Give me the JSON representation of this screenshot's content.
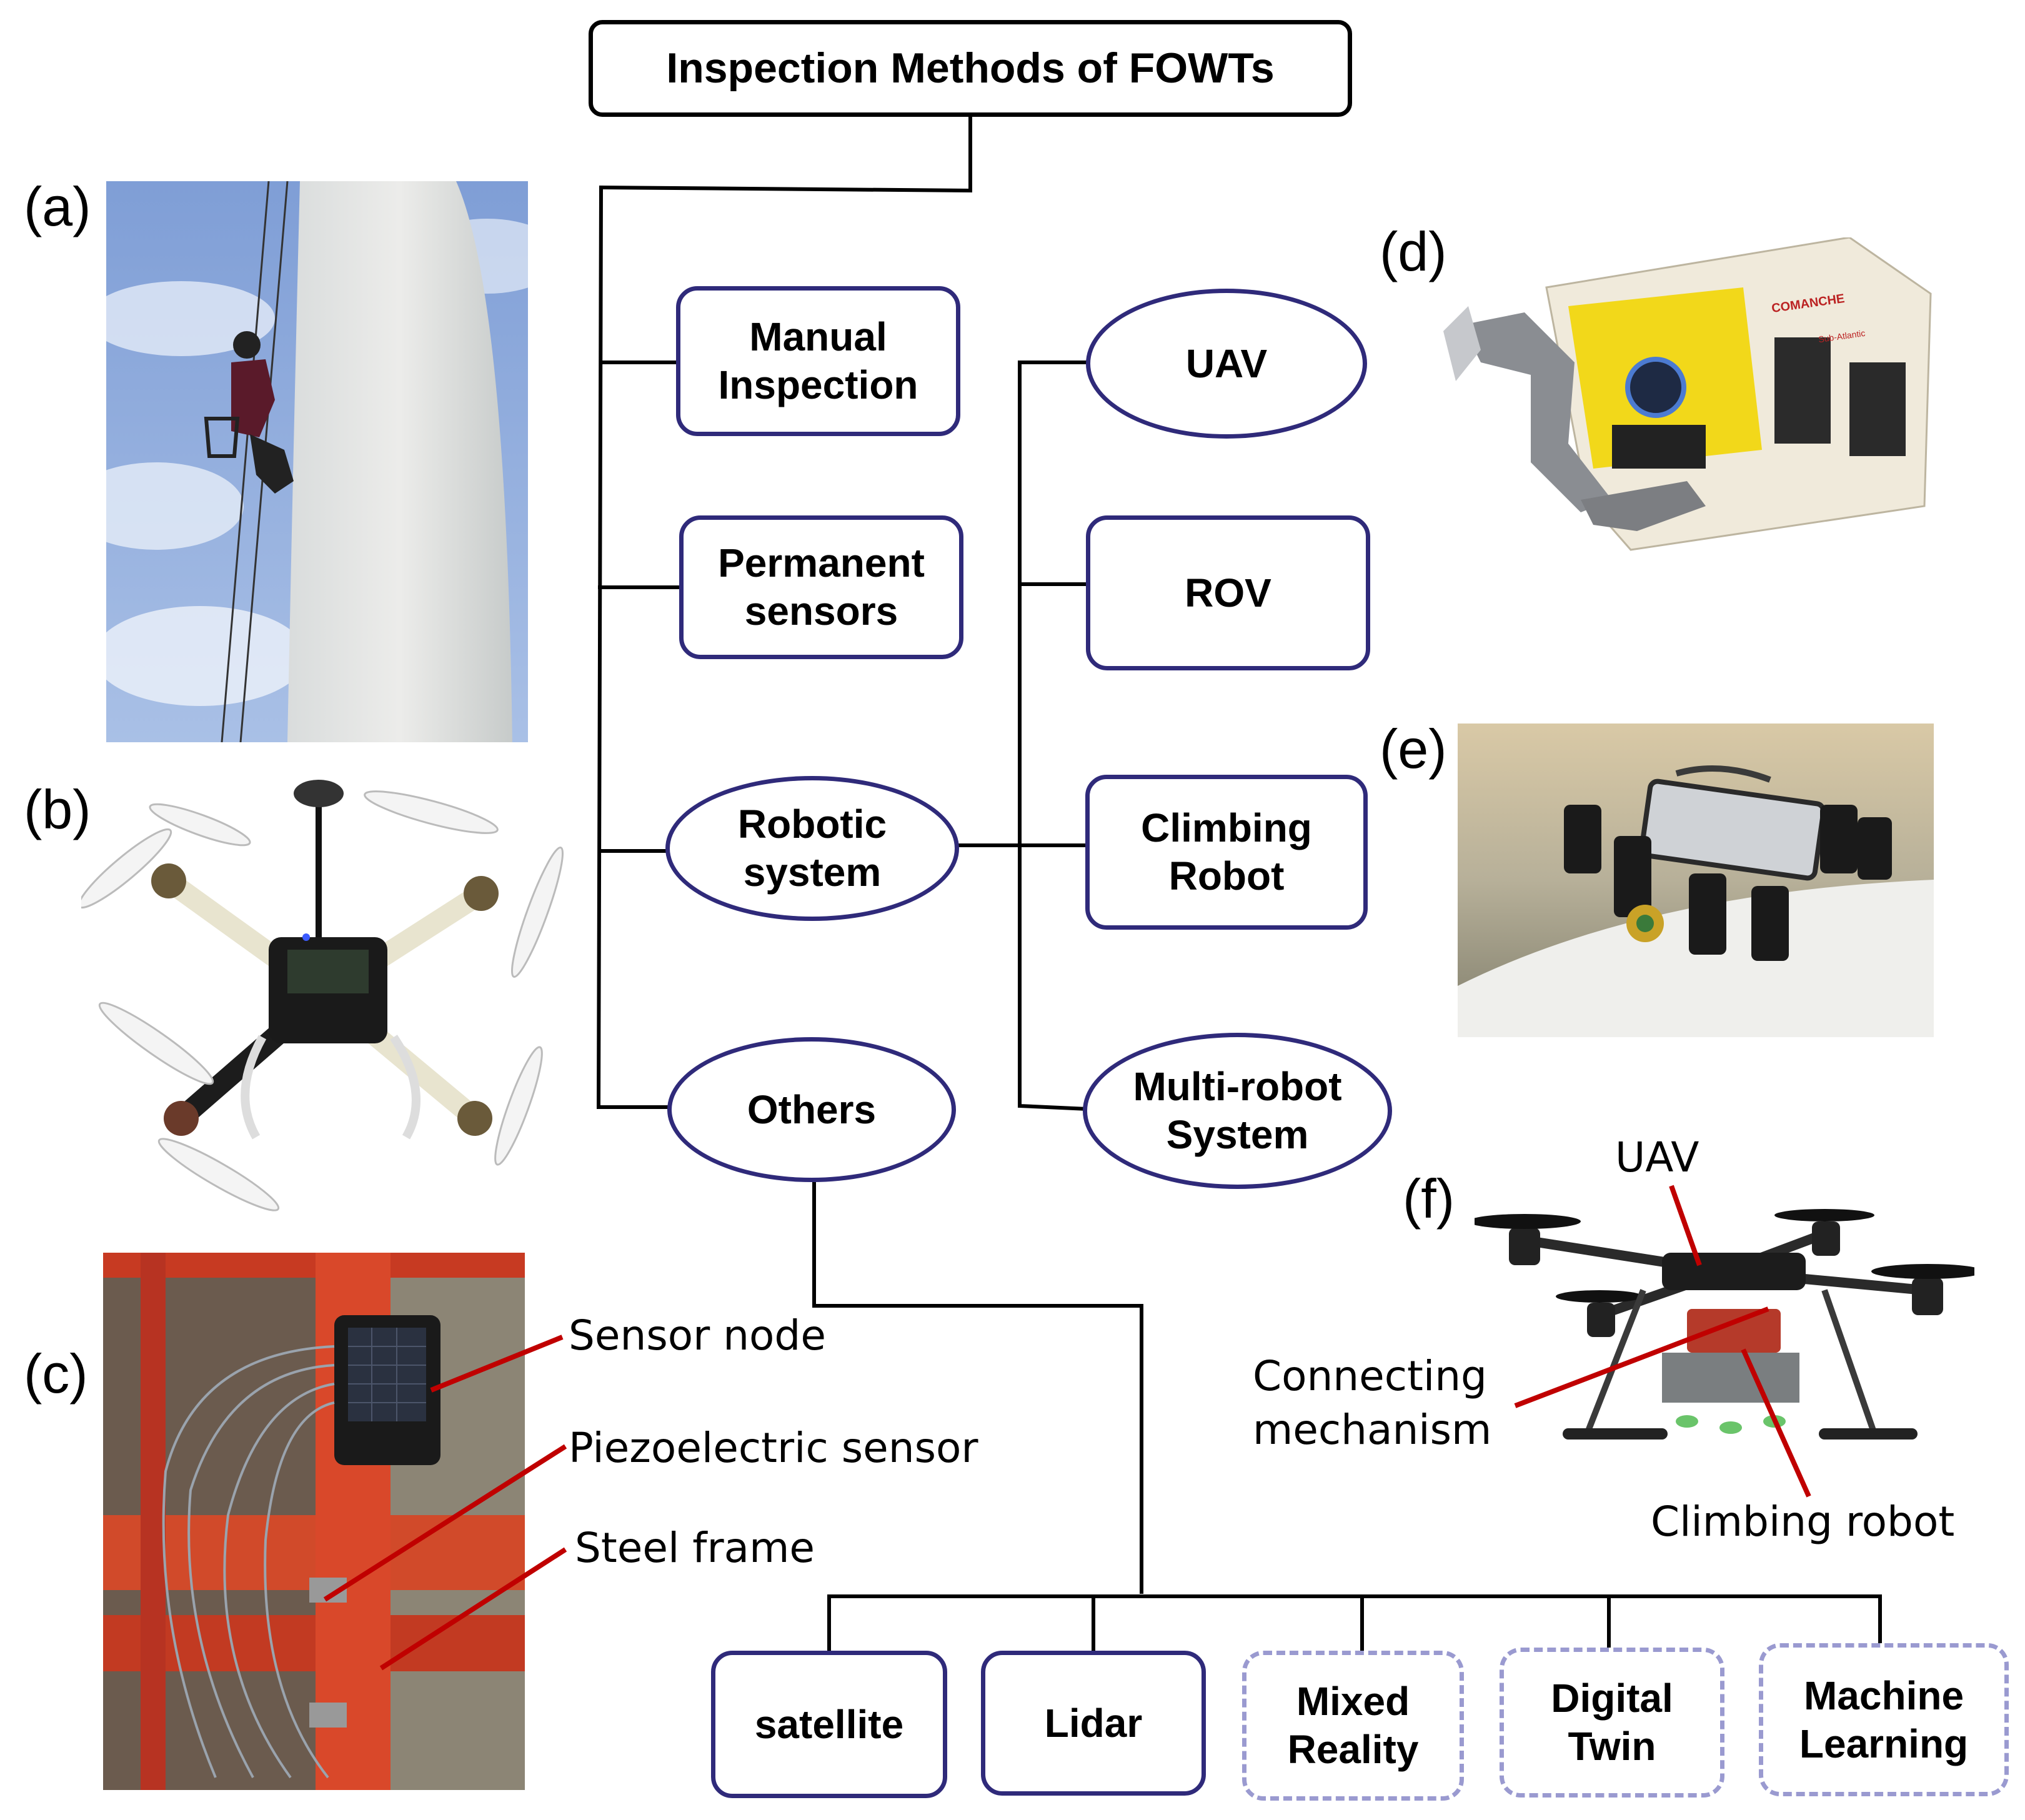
{
  "title": "Inspection Methods of FOWTs",
  "level1": {
    "manual": "Manual\nInspection",
    "permanent": "Permanent\nsensors",
    "robotic": "Robotic\nsystem",
    "others": "Others"
  },
  "robotic_children": {
    "uav": "UAV",
    "rov": "ROV",
    "climbing": "Climbing\nRobot",
    "multi": "Multi-robot\nSystem"
  },
  "others_children": {
    "satellite": "satellite",
    "lidar": "Lidar",
    "mixed": "Mixed\nReality",
    "digital": "Digital\nTwin",
    "ml": "Machine\nLearning"
  },
  "panels": {
    "a": "(a)",
    "b": "(b)",
    "c": "(c)",
    "d": "(d)",
    "e": "(e)",
    "f": "(f)"
  },
  "panel_c_labels": {
    "sensor_node": "Sensor node",
    "piezo": "Piezoelectric sensor",
    "steel": "Steel frame"
  },
  "panel_d_labels": {
    "logo1": "COMANCHE",
    "logo2": "Sub-Atlantic"
  },
  "panel_f_labels": {
    "uav": "UAV",
    "connecting": "Connecting\nmechanism",
    "climbing": "Climbing robot"
  },
  "colors": {
    "node_border": "#2f2a7a",
    "dashed_border": "#9a9ad0",
    "callout": "#c00000"
  }
}
